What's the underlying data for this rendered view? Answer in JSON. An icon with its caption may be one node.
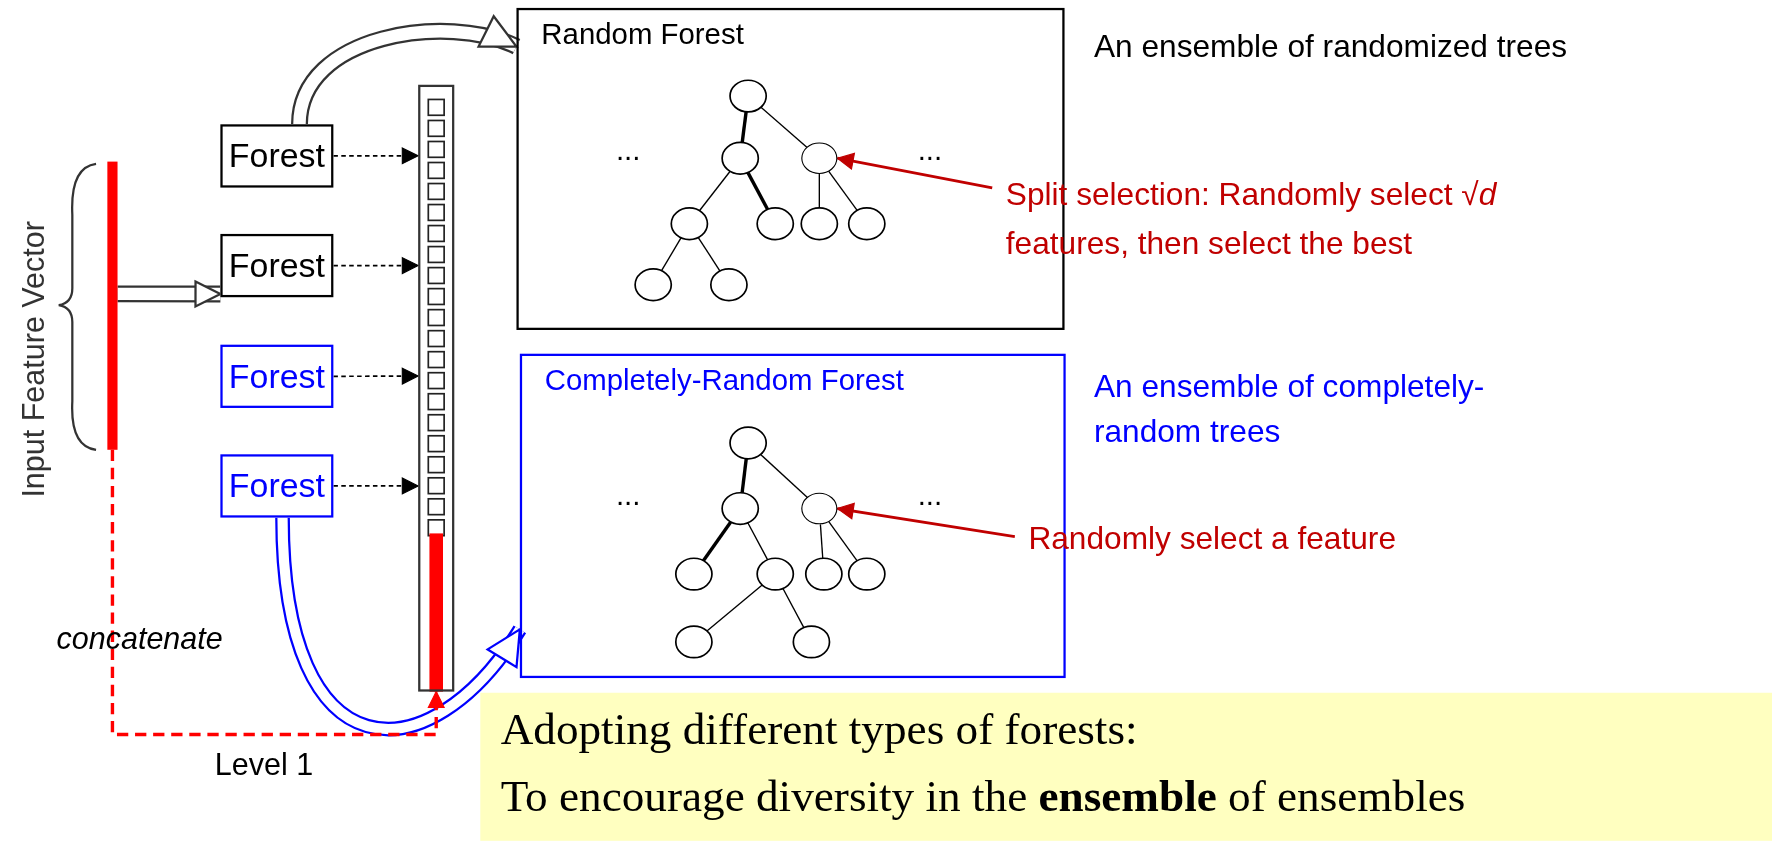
{
  "diagram": {
    "nodes": [
      {
        "text": [
          "Random Forest"
        ]
      },
      {
        "text": [],
        "shape": "circle",
        "in": 0
      },
      {
        "text": [
          "Completely-Random Forest"
        ]
      },
      {
        "text": [],
        "shape": "circle",
        "in": 2
      },
      {
        "text": [
          "Forest"
        ]
      },
      {
        "text": [
          "Forest"
        ]
      },
      {
        "text": [
          "Forest"
        ]
      },
      {
        "text": [
          "Forest"
        ]
      },
      {
        "text": [],
        "shape": "bar"
      },
      {
        "text": [],
        "shape": "bar"
      },
      {
        "text": [
          "Split selection: Randomly select √*d* features, then select the best"
        ]
      },
      {
        "text": [
          "Randomly select a feature"
        ]
      },
      {
        "text": [
          "Adopting different types of forests:",
          "To encourage diversity in the **ensemble** of ensembles"
        ]
      }
    ],
    "edges": [
      {
        "from": 9,
        "to": 5,
        "arrow": "to",
        "style": "thick"
      },
      {
        "from": 4,
        "to": 0,
        "arrow": "to",
        "style": "thick"
      },
      {
        "from": 4,
        "to": 8,
        "arrow": "to",
        "style": "dashed"
      },
      {
        "from": 5,
        "to": 8,
        "arrow": "to",
        "style": "dashed"
      },
      {
        "from": 6,
        "to": 8,
        "arrow": "to",
        "style": "dashed"
      },
      {
        "from": 7,
        "to": 8,
        "arrow": "to",
        "style": "dashed"
      },
      {
        "from": 7,
        "to": 2,
        "arrow": "to",
        "style": "thick",
        "color": "#0000ff"
      },
      {
        "from": 9,
        "to": 8,
        "arrow": "to",
        "style": "dashed",
        "color": "#ff0000"
      },
      {
        "from": 10,
        "to": 1,
        "arrow": "to",
        "color": "#c00000"
      },
      {
        "from": 11,
        "to": 3,
        "arrow": "to",
        "color": "#c00000"
      }
    ],
    "labels": [
      "An ensemble of randomized trees",
      "An ensemble of completely-random trees",
      "...",
      "...",
      "...",
      "...",
      "Input Feature Vector",
      "concatenate",
      "Level 1"
    ]
  }
}
